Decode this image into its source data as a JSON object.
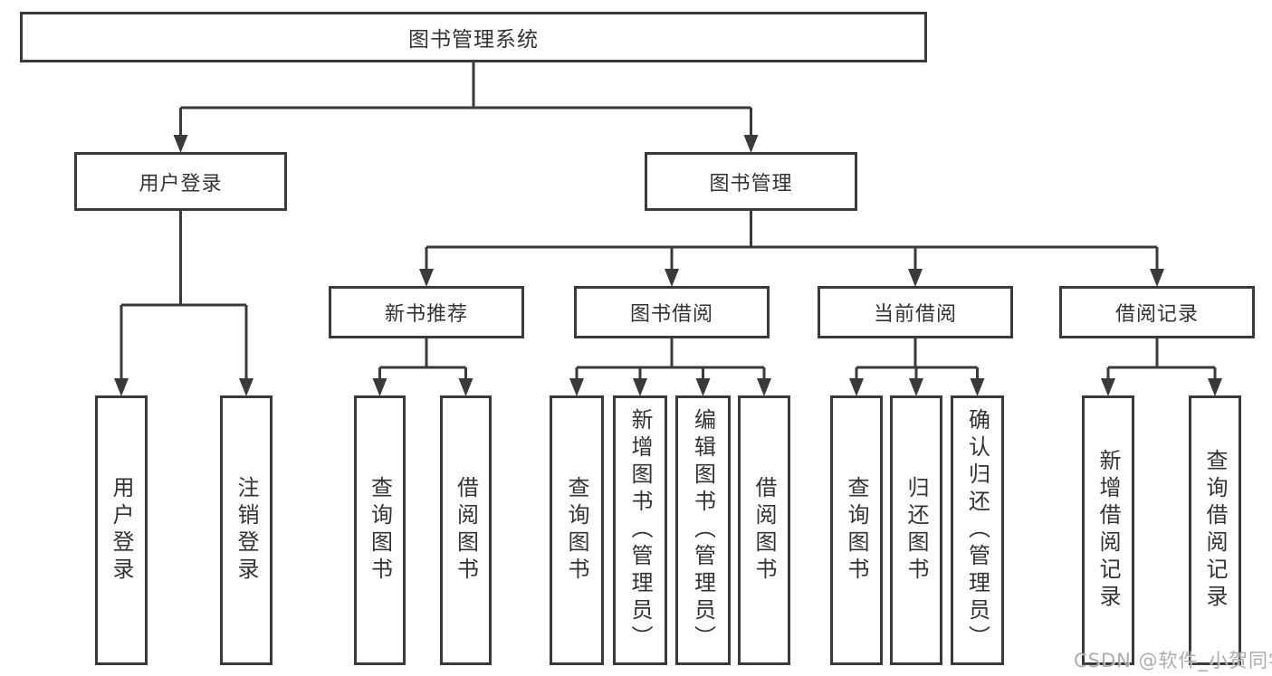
{
  "title": "图书管理系统",
  "watermark": "CSDN @软件_小贺同学",
  "colors": {
    "line": "#3a3a3a",
    "box_border": "#3a3a3a",
    "box_fill": "#ffffff",
    "text": "#333333",
    "watermark": "#9e9e9e",
    "background": "#ffffff"
  },
  "diagram": {
    "type": "tree",
    "nodes": [
      {
        "id": "root",
        "label": "图书管理系统",
        "parent": null
      },
      {
        "id": "user-login",
        "label": "用户登录",
        "parent": "root"
      },
      {
        "id": "book-mgmt",
        "label": "图书管理",
        "parent": "root"
      },
      {
        "id": "login",
        "label": "用户登录",
        "parent": "user-login"
      },
      {
        "id": "logout",
        "label": "注销登录",
        "parent": "user-login"
      },
      {
        "id": "new-book-rec",
        "label": "新书推荐",
        "parent": "book-mgmt"
      },
      {
        "id": "book-borrow",
        "label": "图书借阅",
        "parent": "book-mgmt"
      },
      {
        "id": "current-borrow",
        "label": "当前借阅",
        "parent": "book-mgmt"
      },
      {
        "id": "borrow-records",
        "label": "借阅记录",
        "parent": "book-mgmt"
      },
      {
        "id": "nbr-query",
        "label": "查询图书",
        "parent": "new-book-rec"
      },
      {
        "id": "nbr-borrow",
        "label": "借阅图书",
        "parent": "new-book-rec"
      },
      {
        "id": "bb-query",
        "label": "查询图书",
        "parent": "book-borrow"
      },
      {
        "id": "bb-add",
        "label": "新增图书（管理员）",
        "parent": "book-borrow"
      },
      {
        "id": "bb-edit",
        "label": "编辑图书（管理员）",
        "parent": "book-borrow"
      },
      {
        "id": "bb-borrow",
        "label": "借阅图书",
        "parent": "book-borrow"
      },
      {
        "id": "cb-query",
        "label": "查询图书",
        "parent": "current-borrow"
      },
      {
        "id": "cb-return",
        "label": "归还图书",
        "parent": "current-borrow"
      },
      {
        "id": "cb-confirm",
        "label": "确认归还（管理员）",
        "parent": "current-borrow"
      },
      {
        "id": "br-add",
        "label": "新增借阅记录",
        "parent": "borrow-records"
      },
      {
        "id": "br-query",
        "label": "查询借阅记录",
        "parent": "borrow-records"
      }
    ]
  }
}
